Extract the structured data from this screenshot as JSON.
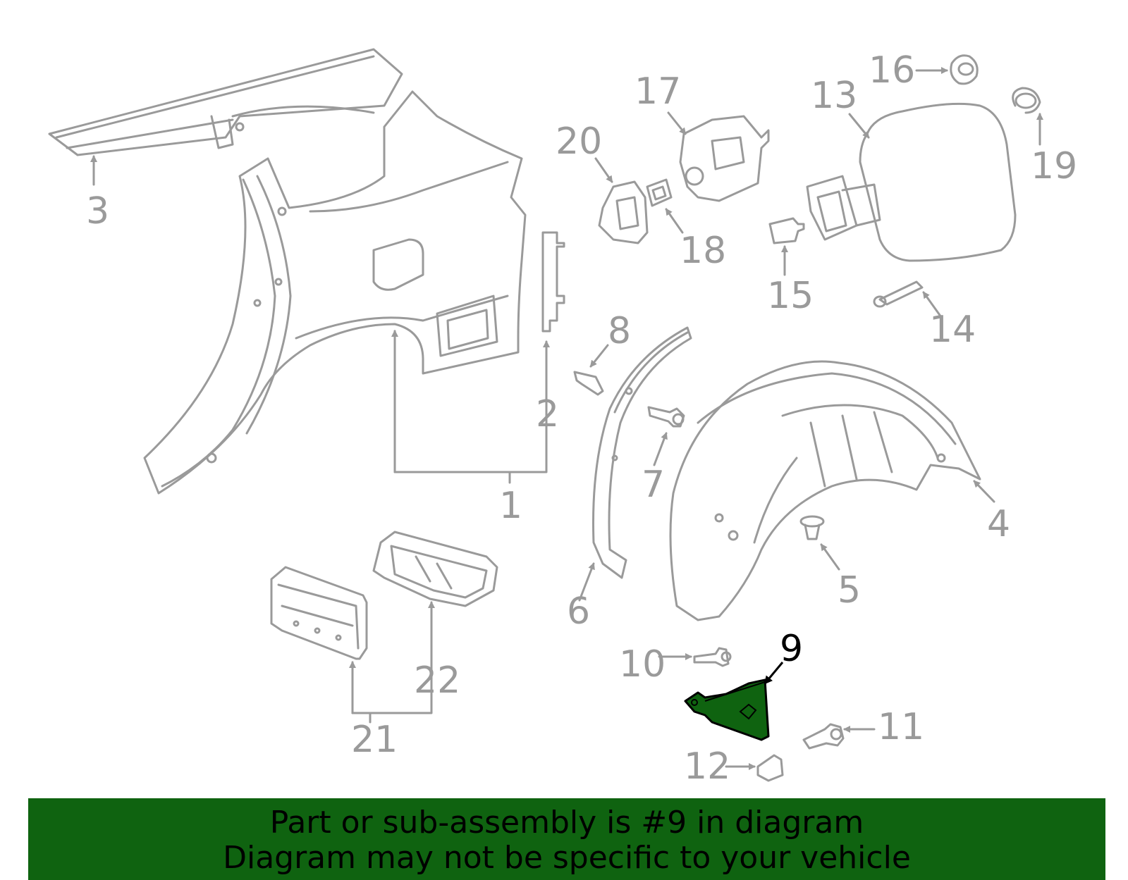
{
  "diagram": {
    "callouts": [
      {
        "id": "1",
        "text": "1"
      },
      {
        "id": "2",
        "text": "2"
      },
      {
        "id": "3",
        "text": "3"
      },
      {
        "id": "4",
        "text": "4"
      },
      {
        "id": "5",
        "text": "5"
      },
      {
        "id": "6",
        "text": "6"
      },
      {
        "id": "7",
        "text": "7"
      },
      {
        "id": "8",
        "text": "8"
      },
      {
        "id": "9",
        "text": "9"
      },
      {
        "id": "10",
        "text": "10"
      },
      {
        "id": "11",
        "text": "11"
      },
      {
        "id": "12",
        "text": "12"
      },
      {
        "id": "13",
        "text": "13"
      },
      {
        "id": "14",
        "text": "14"
      },
      {
        "id": "15",
        "text": "15"
      },
      {
        "id": "16",
        "text": "16"
      },
      {
        "id": "17",
        "text": "17"
      },
      {
        "id": "18",
        "text": "18"
      },
      {
        "id": "19",
        "text": "19"
      },
      {
        "id": "20",
        "text": "20"
      },
      {
        "id": "21",
        "text": "21"
      },
      {
        "id": "22",
        "text": "22"
      }
    ],
    "highlighted_part": "9"
  },
  "banner": {
    "line1": "Part or sub-assembly is #9 in diagram",
    "line2": "Diagram may not be specific to your vehicle"
  },
  "colors": {
    "line": "#9a9a9a",
    "highlight_fill": "#0f6310",
    "highlight_text": "#000000",
    "banner_bg": "#0f6310"
  }
}
